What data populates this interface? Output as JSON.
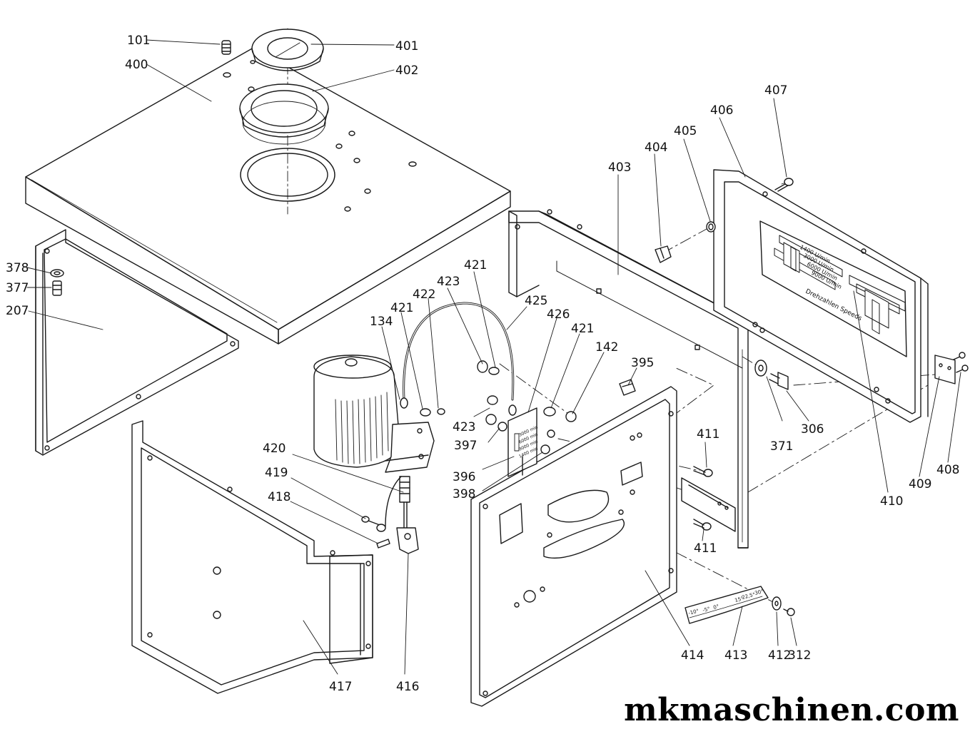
{
  "watermark": "mkmaschinen.com",
  "callouts": {
    "c101": "101",
    "c400": "400",
    "c401": "401",
    "c402": "402",
    "c378": "378",
    "c377": "377",
    "c207": "207",
    "c403": "403",
    "c404": "404",
    "c405": "405",
    "c406": "406",
    "c407": "407",
    "c421a": "421",
    "c421b": "421",
    "c421c": "421",
    "c422": "422",
    "c423a": "423",
    "c423b": "423",
    "c425": "425",
    "c426": "426",
    "c134": "134",
    "c142": "142",
    "c395": "395",
    "c397": "397",
    "c396": "396",
    "c398": "398",
    "c420": "420",
    "c419": "419",
    "c418": "418",
    "c306": "306",
    "c371": "371",
    "c411a": "411",
    "c411b": "411",
    "c410": "410",
    "c409": "409",
    "c408": "408",
    "c414": "414",
    "c413": "413",
    "c412": "412",
    "c312": "312",
    "c417": "417",
    "c416": "416"
  },
  "rear_panel_texts": {
    "title": "Drehzahlen Speeds",
    "s1": "1400 U/min",
    "s2": "3000 U/min",
    "s3": "6000 U/min",
    "s4": "9000 U/min"
  },
  "scale_plate": {
    "t0": "-10°",
    "t1": "-5°",
    "t2": "0°",
    "t3": "15°",
    "t4": "22,5°",
    "t5": "30°"
  },
  "speed_plate": {
    "p1": "3000 min",
    "p2": "6000 min",
    "p3": "9000 min",
    "p4": "1400 min"
  }
}
